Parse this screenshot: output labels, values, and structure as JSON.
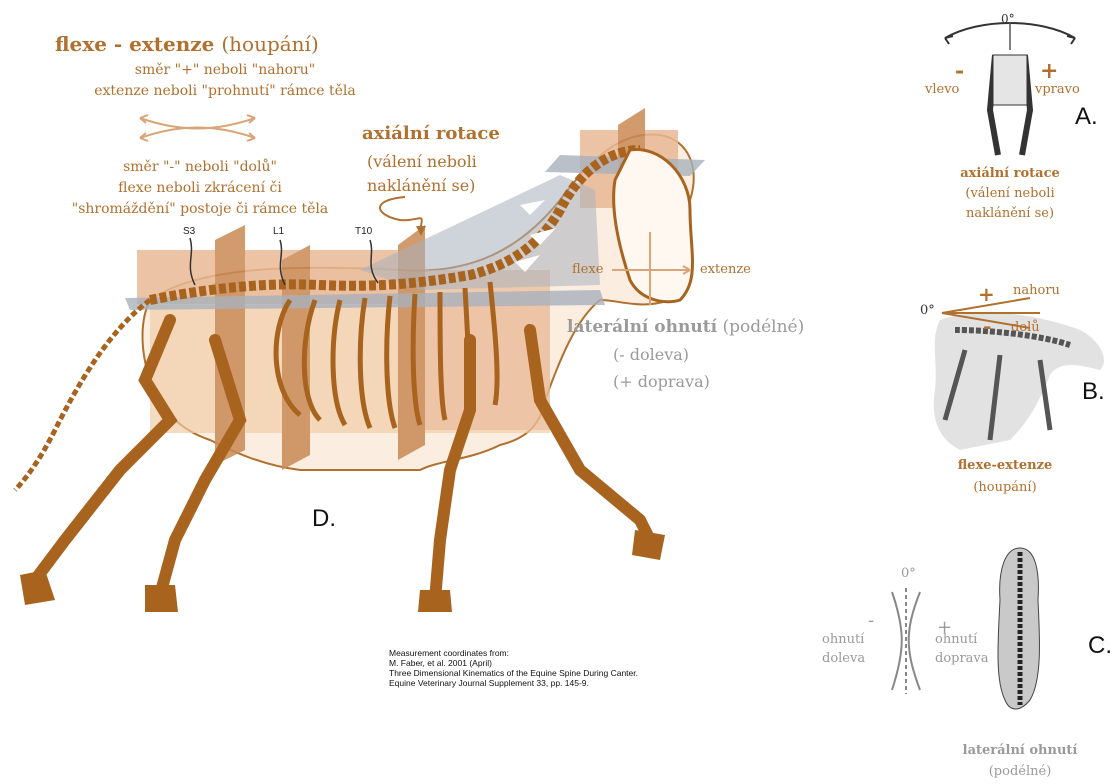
{
  "flex_ext": {
    "title": "flexe - extenze",
    "title_paren": "(houpání)",
    "plus_line1": "směr \"+\" neboli \"nahoru\"",
    "plus_line2": "extenze neboli \"prohnutí\" rámce těla",
    "minus_line1": "směr \"-\" neboli \"dolů\"",
    "minus_line2": "flexe neboli zkrácení či",
    "minus_line3": "\"shromáždění\" postoje či rámce těla"
  },
  "axial": {
    "title": "axiální rotace",
    "line1": "(válení neboli",
    "line2": "naklánění se)"
  },
  "spine_labels": [
    "S3",
    "L1",
    "T10"
  ],
  "head_labels": {
    "flexe": "flexe",
    "extenze": "extenze"
  },
  "lateral": {
    "title": "laterální ohnutí",
    "paren": "(podélné)",
    "left": "(- doleva)",
    "right": "(+ doprava)"
  },
  "main_label": "D.",
  "citation": [
    "Measurement coordinates from:",
    "M. Faber, et al. 2001 (April)",
    "Three Dimensional Kinematics of the Equine Spine During Canter.",
    "Equine Veterinary Journal Supplement 33, pp. 145-9."
  ],
  "panel_a": {
    "zero": "0°",
    "minus": "-",
    "plus": "+",
    "left": "vlevo",
    "right": "vpravo",
    "label": "A.",
    "title": "axiální rotace",
    "line1": "(válení neboli",
    "line2": "naklánění se)"
  },
  "panel_b": {
    "plus": "+",
    "up": "nahoru",
    "zero": "0°",
    "minus": "-",
    "down": "dolů",
    "label": "B.",
    "title": "flexe-extenze",
    "paren": "(houpání)"
  },
  "panel_c": {
    "zero": "0°",
    "minus": "-",
    "plus": "+",
    "left1": "ohnutí",
    "left2": "doleva",
    "right1": "ohnutí",
    "right2": "doprava",
    "label": "C.",
    "title": "laterální ohnutí",
    "paren": "(podélné)"
  },
  "colors": {
    "accent": "#b0702e",
    "bone": "#a8631f",
    "plane": "#e7b48a",
    "grey_plane": "#9aa3b0"
  }
}
